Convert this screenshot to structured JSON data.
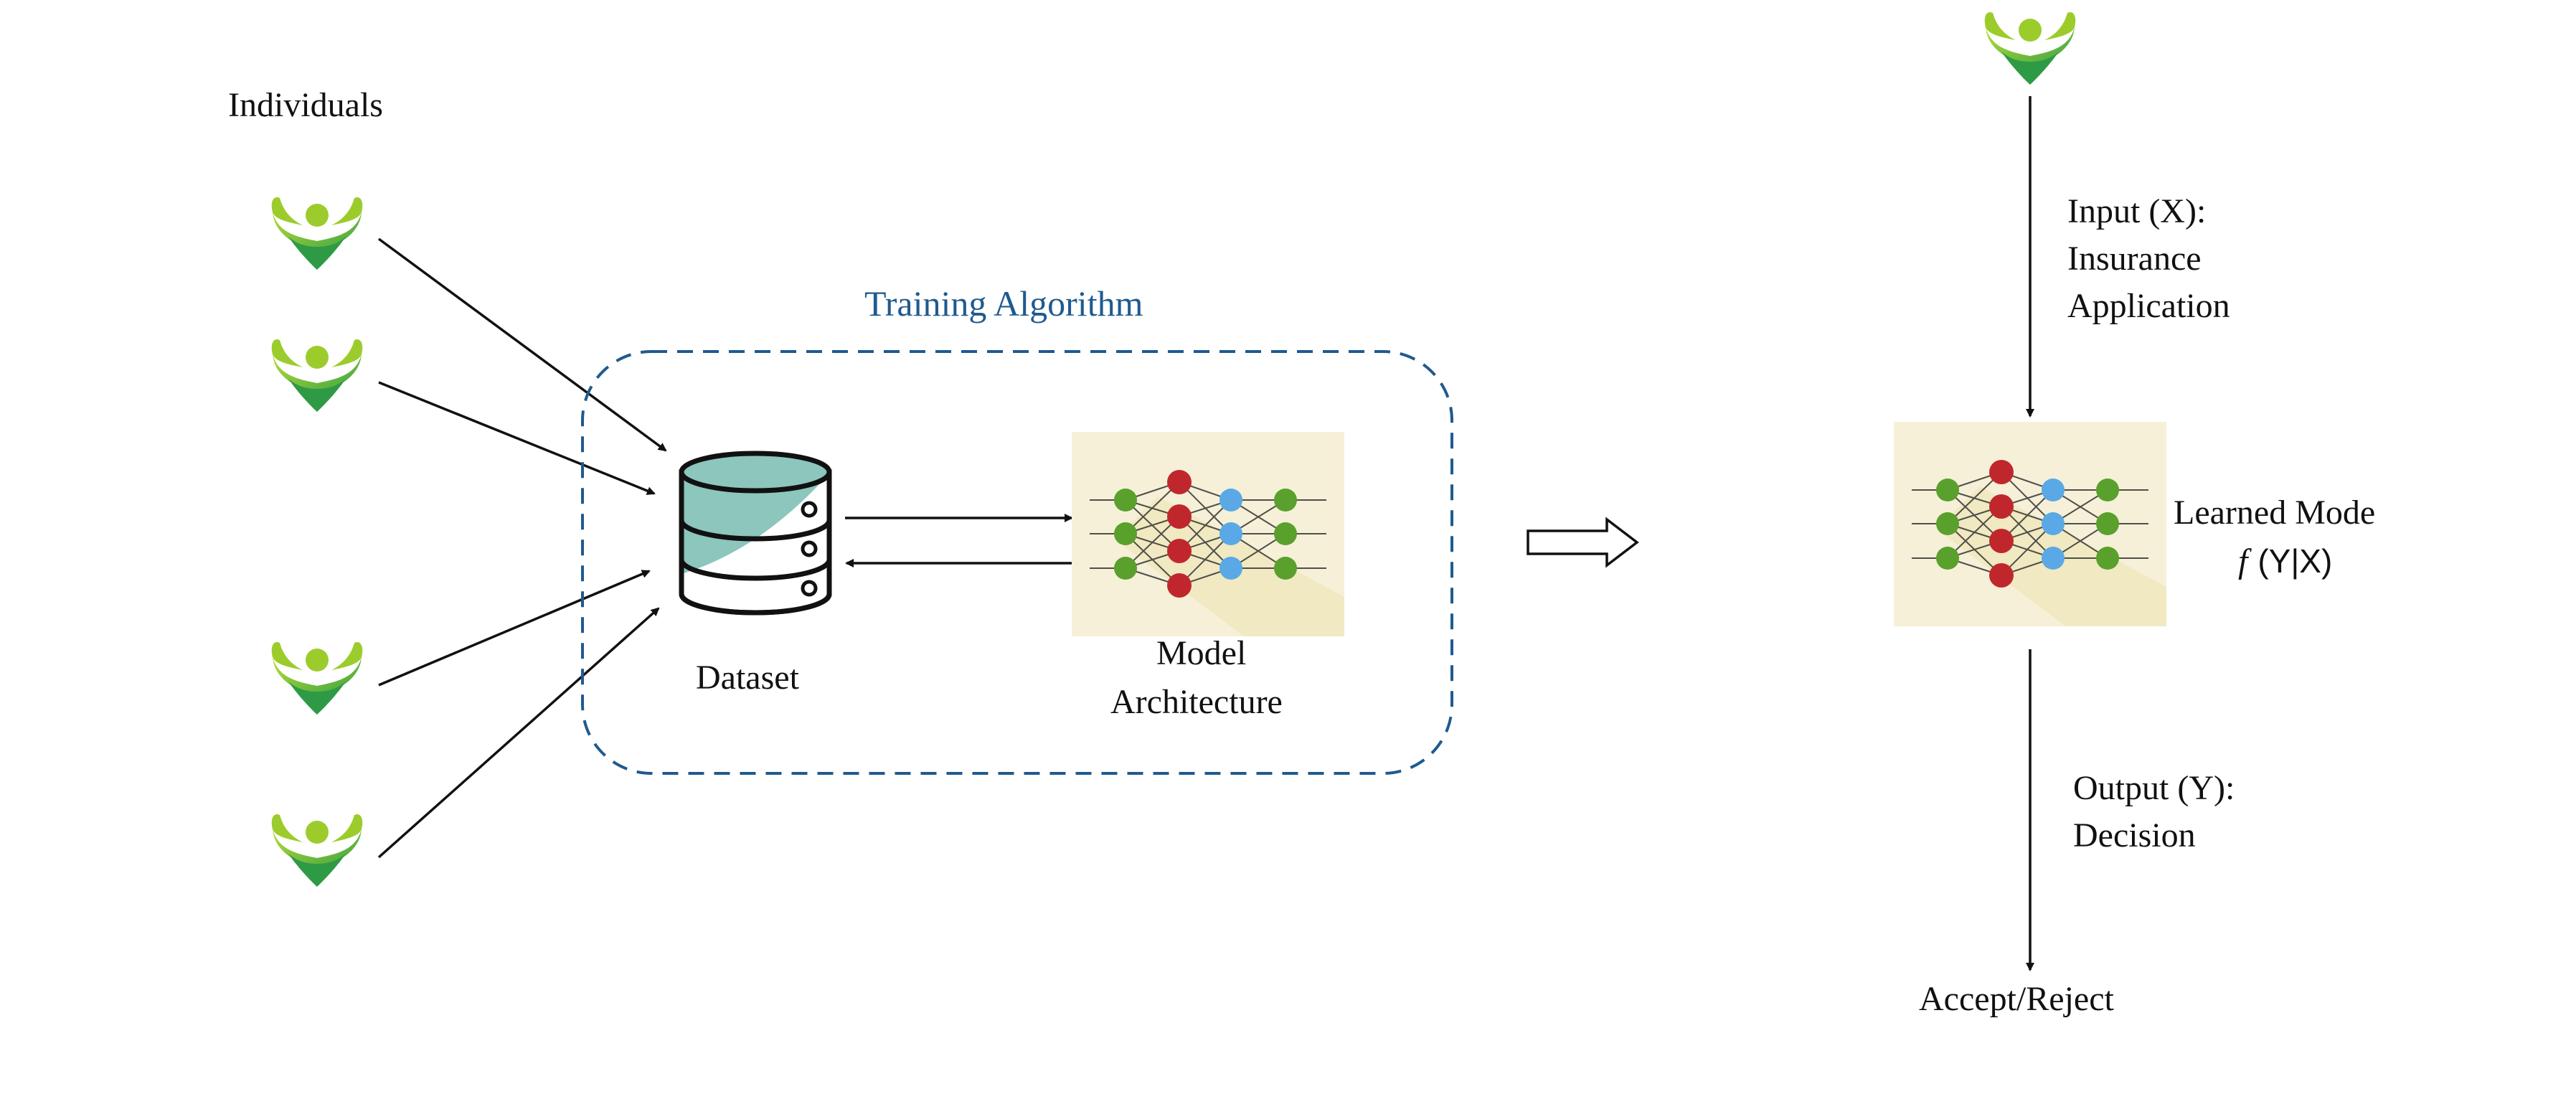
{
  "labels": {
    "individuals": "Individuals",
    "training_algorithm": "Training Algorithm",
    "dataset": "Dataset",
    "model_architecture_line1": "Model",
    "model_architecture_line2": "Architecture",
    "input_line1": "Input (X):",
    "input_line2": "Insurance",
    "input_line3": "Application",
    "learned_model_line1": "Learned Mode",
    "learned_model_f": "f",
    "learned_model_expr": "(Y|X)",
    "output_line1": "Output (Y):",
    "output_line2": "Decision",
    "accept_reject": "Accept/Reject"
  },
  "icons": {
    "individual": "person-icon",
    "database": "database-icon",
    "network": "neural-network-icon",
    "transform_arrow": "hollow-right-arrow-icon"
  },
  "colors": {
    "person_green_light": "#9ccc2c",
    "person_green_dark": "#2e9a45",
    "box_dash": "#1f5a8f",
    "network_bg": "#f6f0d8",
    "node_green": "#5aa02c",
    "node_red": "#c0272d",
    "node_blue": "#5aa9e6",
    "db_fill": "#8cc6bd"
  }
}
